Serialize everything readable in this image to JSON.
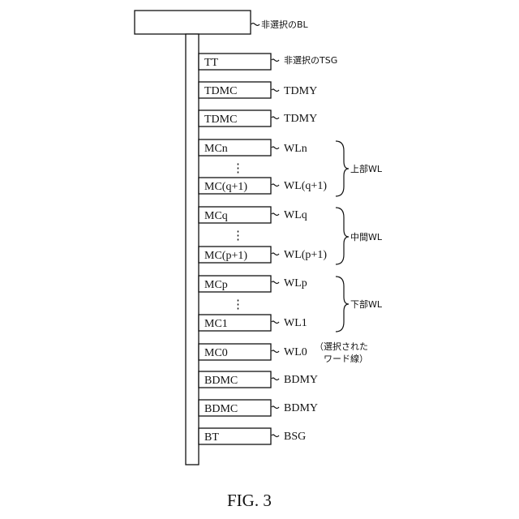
{
  "figure": {
    "caption": "FIG. 3",
    "bit_line": {
      "label": "非選択のBL"
    },
    "cells": [
      {
        "box": "TT",
        "line": "非選択のTSG"
      },
      {
        "box": "TDMC",
        "line": "TDMY"
      },
      {
        "box": "TDMC",
        "line": "TDMY"
      },
      {
        "box": "MCn",
        "line": "WLn"
      },
      {
        "box": "MC(q+1)",
        "line": "WL(q+1)"
      },
      {
        "box": "MCq",
        "line": "WLq"
      },
      {
        "box": "MC(p+1)",
        "line": "WL(p+1)"
      },
      {
        "box": "MCp",
        "line": "WLp"
      },
      {
        "box": "MC1",
        "line": "WL1"
      },
      {
        "box": "MC0",
        "line": "WL0"
      },
      {
        "box": "BDMC",
        "line": "BDMY"
      },
      {
        "box": "BDMC",
        "line": "BDMY"
      },
      {
        "box": "BT",
        "line": "BSG"
      }
    ],
    "ellipsis": "⋮",
    "groups": [
      {
        "label": "上部WL"
      },
      {
        "label": "中間WL"
      },
      {
        "label": "下部WL"
      }
    ],
    "selected_note": {
      "line1": "（選択された",
      "line2": "ワード線）"
    }
  }
}
